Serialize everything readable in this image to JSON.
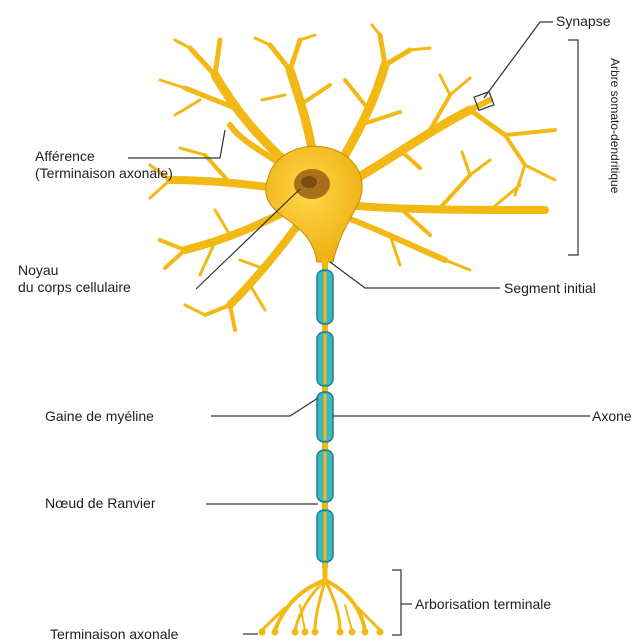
{
  "labels": {
    "synapse": "Synapse",
    "arbre": "Arbre somato-dendritique",
    "afference_line1": "Afférence",
    "afference_line2": "(Terminaison axonale)",
    "noyau_line1": "Noyau",
    "noyau_line2": "du corps cellulaire",
    "segment_initial": "Segment initial",
    "gaine": "Gaine de myéline",
    "axone": "Axone",
    "noeud": "Nœud de Ranvier",
    "arborisation": "Arborisation terminale",
    "terminaison": "Terminaison axonale"
  },
  "colors": {
    "neuron": "#f2b814",
    "neuron_outline": "#c78c0a",
    "nucleus": "#a8701a",
    "myelin": "#3fb7c2",
    "myelin_outline": "#1f7f88",
    "leader": "#333333"
  }
}
